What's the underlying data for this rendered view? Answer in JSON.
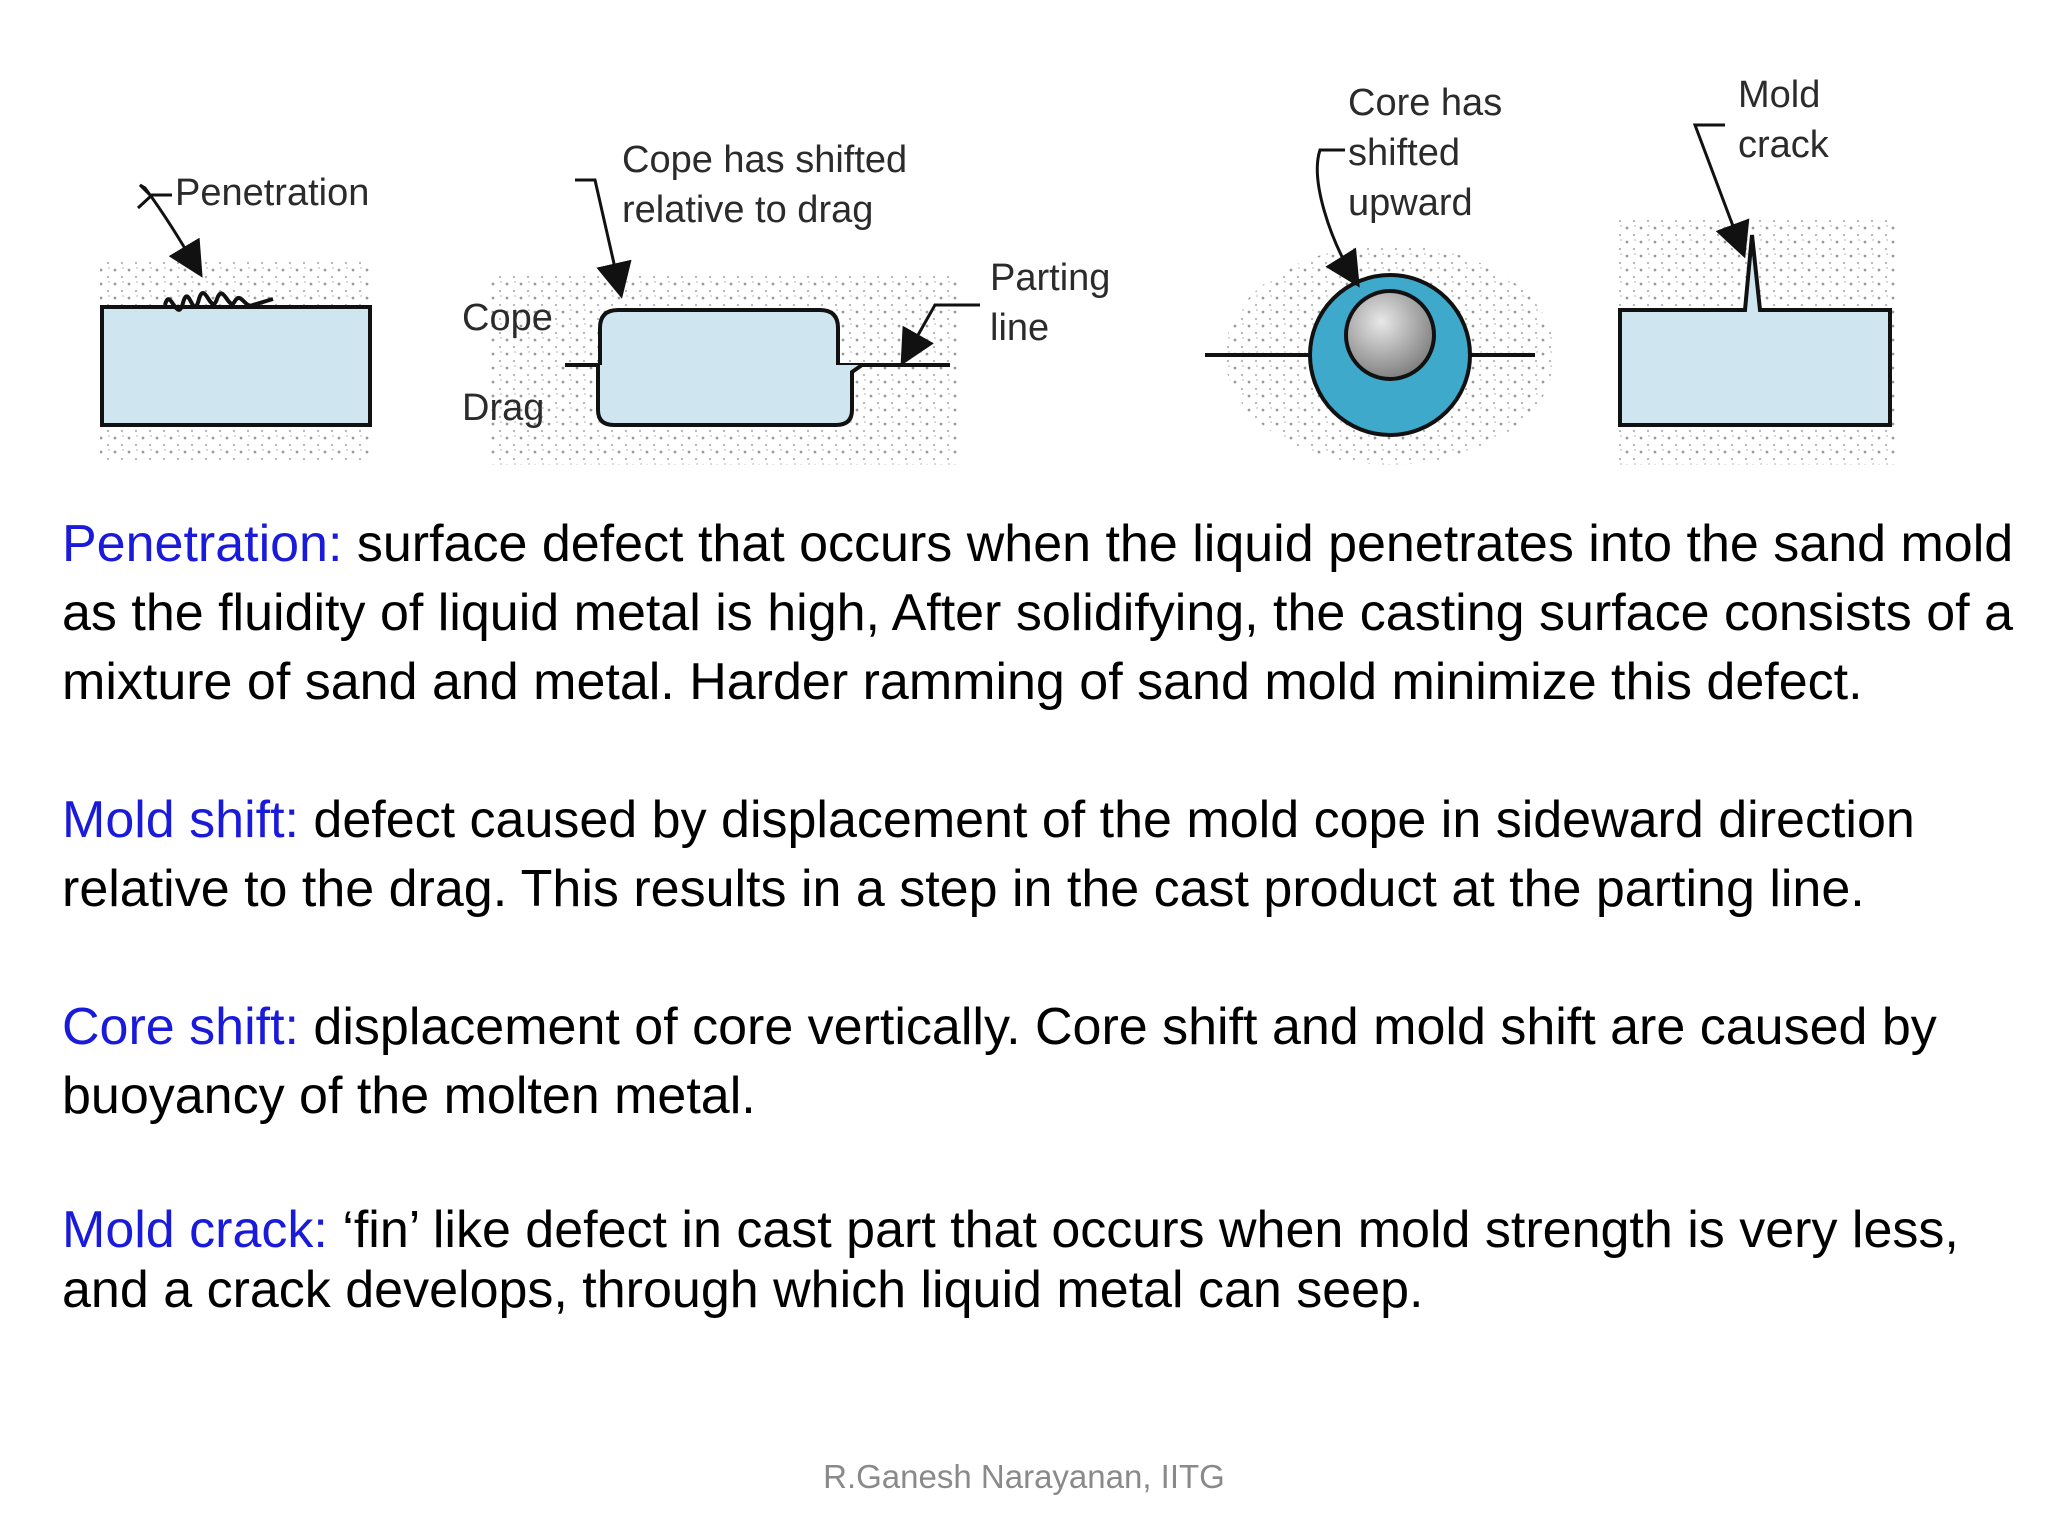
{
  "figure": {
    "penetration_label": "Penetration",
    "cope_shift_label_1": "Cope has shifted",
    "cope_shift_label_2": "relative to drag",
    "cope_label": "Cope",
    "drag_label": "Drag",
    "parting_label_1": "Parting",
    "parting_label_2": "line",
    "core_label_1": "Core has",
    "core_label_2": "shifted",
    "core_label_3": "upward",
    "crack_label_1": "Mold",
    "crack_label_2": "crack",
    "colors": {
      "metal": "#cfe6f0",
      "core_ring": "#3fa9cc",
      "outline": "#111111",
      "sand_dots": "#9a9a9a"
    }
  },
  "definitions": [
    {
      "term": "Penetration:",
      "text": " surface defect that occurs when the liquid penetrates into the sand mold as the fluidity of liquid metal is high, After solidifying, the casting surface consists of a mixture of sand and metal. Harder ramming of sand mold minimize this defect."
    },
    {
      "term": "Mold shift:",
      "text": " defect caused by displacement of the mold cope in sideward direction relative to the drag. This results in a step in the cast product at the parting line."
    },
    {
      "term": "Core shift:",
      "text": " displacement of core vertically. Core shift and mold shift are caused by buoyancy of the molten metal."
    },
    {
      "term": "Mold crack:",
      "text": " ‘fin’ like defect in cast part that occurs when mold strength is very less, and a crack develops, through which liquid metal can seep."
    }
  ],
  "footer": {
    "credit": "R.Ganesh Narayanan, IITG"
  },
  "colors": {
    "term": "#1a1adb",
    "body_text": "#000000",
    "footer": "#8a8a8a"
  }
}
